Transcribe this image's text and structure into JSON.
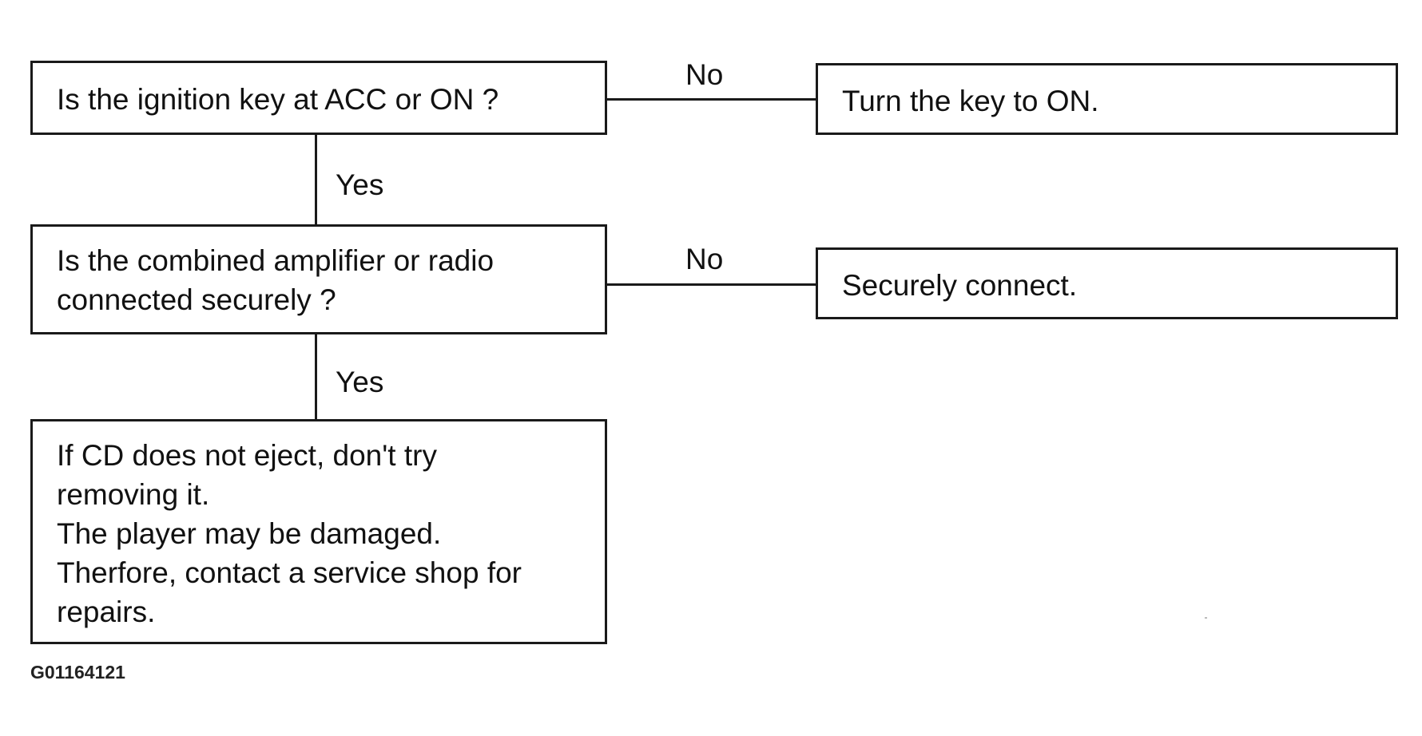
{
  "flowchart": {
    "nodes": {
      "q1": {
        "text": "Is the ignition key at ACC or ON ?"
      },
      "a1": {
        "text": "Turn the key to ON."
      },
      "q2": {
        "text": "Is the combined amplifier or radio\nconnected securely ?"
      },
      "a2": {
        "text": "Securely connect."
      },
      "end": {
        "text": "If  CD does not eject, don't try\nremoving it.\nThe player may be damaged.\nTherfore,  contact a service shop for\nrepairs."
      }
    },
    "edges": {
      "q1_no": {
        "label": "No"
      },
      "q1_yes": {
        "label": "Yes"
      },
      "q2_no": {
        "label": "No"
      },
      "q2_yes": {
        "label": "Yes"
      }
    }
  },
  "figure_id": "G01164121"
}
